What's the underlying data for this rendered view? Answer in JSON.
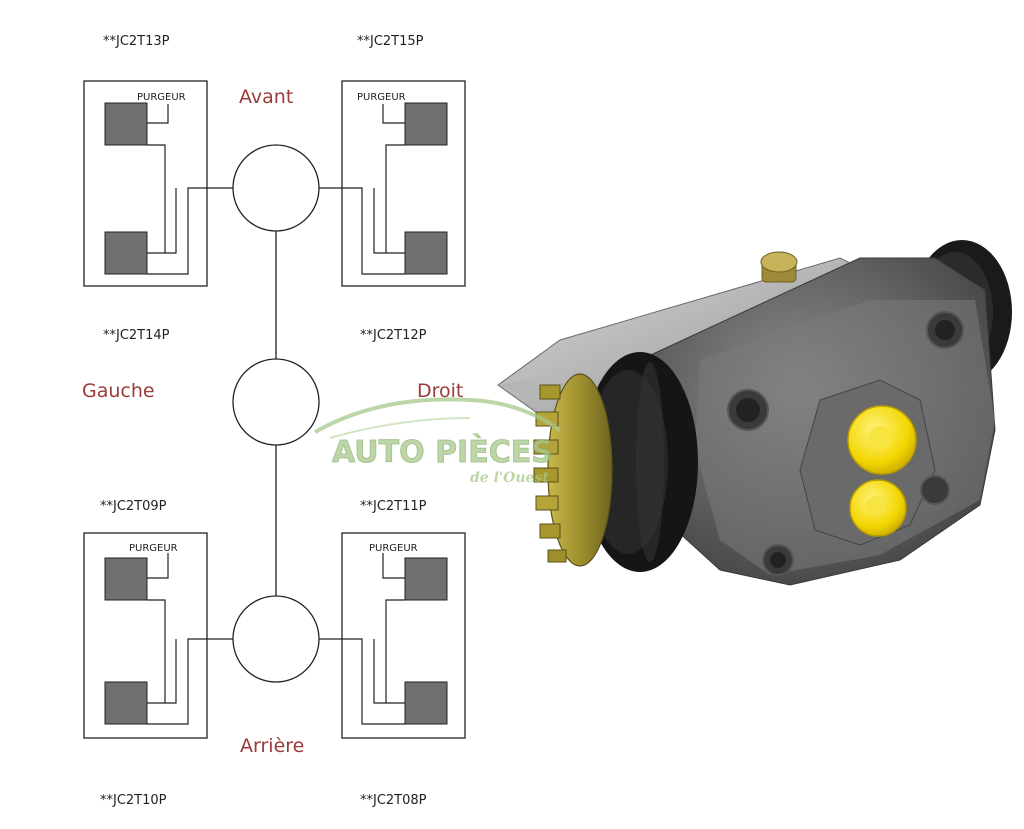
{
  "codes": {
    "front_left_top": "**JC2T13P",
    "front_right_top": "**JC2T15P",
    "front_left_bottom": "**JC2T14P",
    "front_right_bottom": "**JC2T12P",
    "rear_left_top": "**JC2T09P",
    "rear_right_top": "**JC2T11P",
    "rear_left_bottom": "**JC2T10P",
    "rear_right_bottom": "**JC2T08P"
  },
  "bleeder_label": "PURGEUR",
  "positions": {
    "front": "Avant",
    "rear": "Arrière",
    "left": "Gauche",
    "right": "Droit"
  },
  "watermark": {
    "brand": "AUTO PIÈCES",
    "tagline": "de l'Ouest"
  },
  "colors": {
    "label_red": "#9b3a3a",
    "piston_gray": "#707070",
    "watermark_green": "#a8c98a"
  },
  "product_photo": {
    "caps": "yellow",
    "body": "gray cast iron"
  }
}
